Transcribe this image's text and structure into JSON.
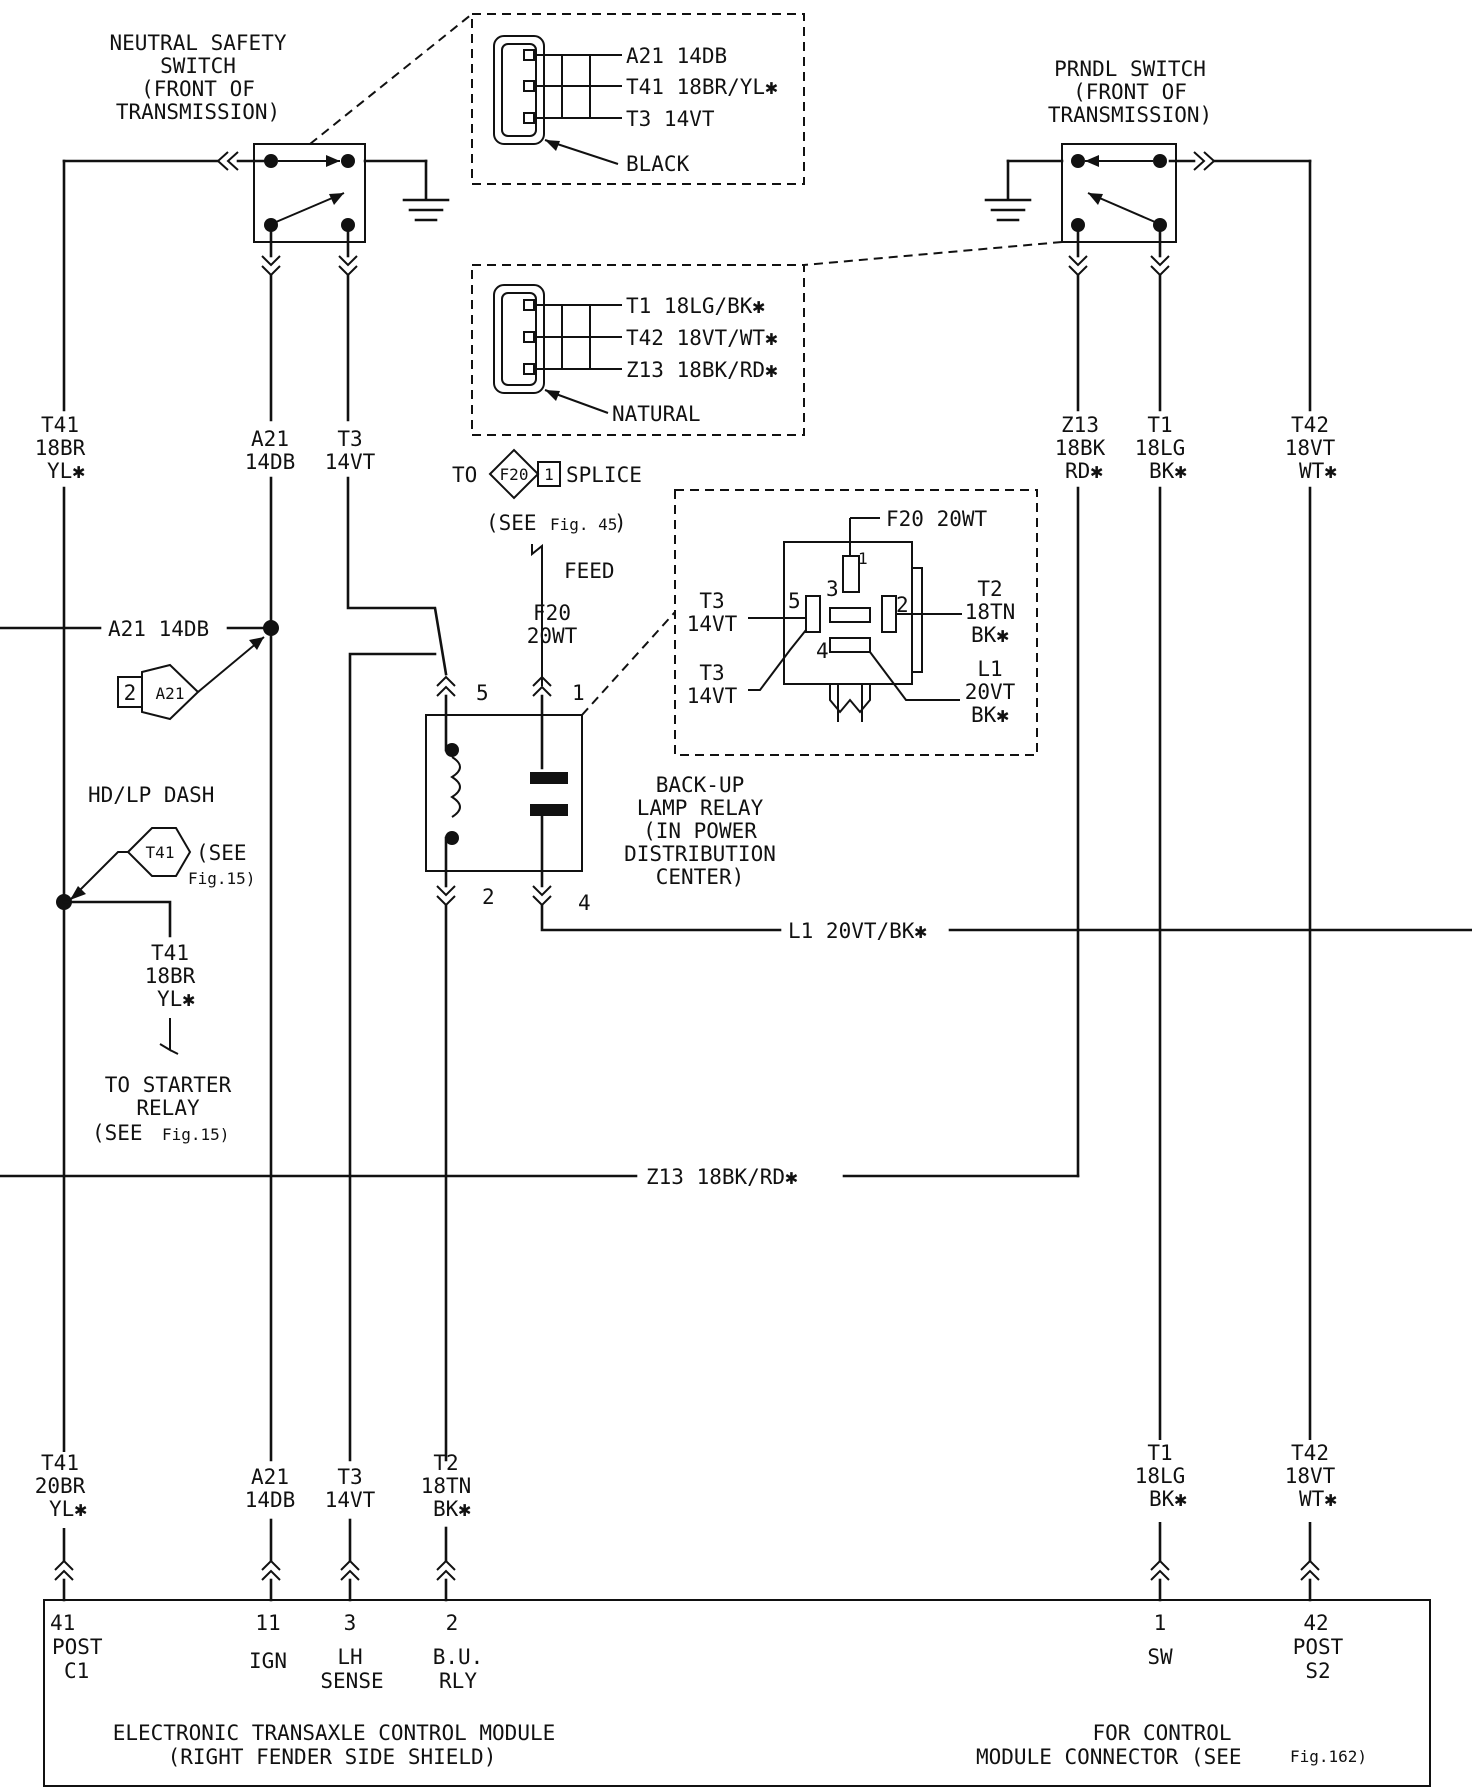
{
  "neutral_switch": {
    "line1": "NEUTRAL SAFETY",
    "line2": "SWITCH",
    "line3": "(FRONT OF",
    "line4": "TRANSMISSION)"
  },
  "prndl_switch": {
    "line1": "PRNDL SWITCH",
    "line2": "(FRONT OF",
    "line3": "TRANSMISSION)"
  },
  "conn_black": {
    "w1": "A21 14DB",
    "w2": "T41 18BR/YL✱",
    "w3": "T3 14VT",
    "color": "BLACK"
  },
  "conn_natural": {
    "w1": "T1 18LG/BK✱",
    "w2": "T42 18VT/WT✱",
    "w3": "Z13 18BK/RD✱",
    "color": "NATURAL"
  },
  "wire_labels": {
    "t41_top": [
      "T41",
      "18BR",
      "YL✱"
    ],
    "a21_top": [
      "A21",
      "14DB"
    ],
    "t3_top": [
      "T3",
      "14VT"
    ],
    "z13_top": [
      "Z13",
      "18BK",
      "RD✱"
    ],
    "t1_top": [
      "T1",
      "18LG",
      "BK✱"
    ],
    "t42_top": [
      "T42",
      "18VT",
      "WT✱"
    ],
    "a21_horiz": "A21 14DB",
    "l1_horiz": "L1 20VT/BK✱",
    "z13_horiz": "Z13 18BK/RD✱",
    "f20": [
      "F20",
      "20WT"
    ],
    "t41_starter": [
      "T41",
      "18BR",
      "YL✱"
    ],
    "t41_bot": [
      "T41",
      "20BR",
      "YL✱"
    ],
    "a21_bot": [
      "A21",
      "14DB"
    ],
    "t3_bot": [
      "T3",
      "14VT"
    ],
    "t2_bot": [
      "T2",
      "18TN",
      "BK✱"
    ],
    "t1_bot": [
      "T1",
      "18LG",
      "BK✱"
    ],
    "t42_bot": [
      "T42",
      "18VT",
      "WT✱"
    ]
  },
  "splice": {
    "to": "TO",
    "id": "F20",
    "num": "1",
    "label": "SPLICE",
    "see_pre": "(SEE",
    "see_fig": "Fig. 45",
    "see_post": ")",
    "feed": "FEED"
  },
  "a21_ref": {
    "num": "2",
    "id": "A21"
  },
  "hdlp": {
    "title": "HD/LP DASH",
    "id": "T41",
    "see1": "(SEE",
    "see2": "Fig.15)"
  },
  "starter": {
    "l1": "TO STARTER",
    "l2": "RELAY",
    "l3a": "(SEE",
    "l3b": "Fig.15)"
  },
  "relay": {
    "l1": "BACK-UP",
    "l2": "LAMP RELAY",
    "l3": "(IN POWER",
    "l4": "DISTRIBUTION",
    "l5": "CENTER)",
    "p5": "5",
    "p1": "1",
    "p2": "2",
    "p4": "4"
  },
  "relay_detail": {
    "f20": "F20 20WT",
    "t2": [
      "T2",
      "18TN",
      "BK✱"
    ],
    "l1": [
      "L1",
      "20VT",
      "BK✱"
    ],
    "t3a": [
      "T3",
      "14VT"
    ],
    "t3b": [
      "T3",
      "14VT"
    ],
    "pins": [
      "1",
      "2",
      "3",
      "4",
      "5"
    ]
  },
  "module": {
    "pins": [
      {
        "num": "41",
        "l1": "POST",
        "l2": "C1"
      },
      {
        "num": "11",
        "l1": "IGN",
        "l2": ""
      },
      {
        "num": "3",
        "l1": "LH",
        "l2": "SENSE"
      },
      {
        "num": "2",
        "l1": "B.U.",
        "l2": "RLY"
      },
      {
        "num": "1",
        "l1": "SW",
        "l2": ""
      },
      {
        "num": "42",
        "l1": "POST",
        "l2": "S2"
      }
    ],
    "name1": "ELECTRONIC TRANSAXLE CONTROL MODULE",
    "name2": "(RIGHT FENDER SIDE SHIELD)",
    "ref1": "FOR CONTROL",
    "ref2a": "MODULE CONNECTOR (SEE",
    "ref2b": "Fig.162)"
  }
}
